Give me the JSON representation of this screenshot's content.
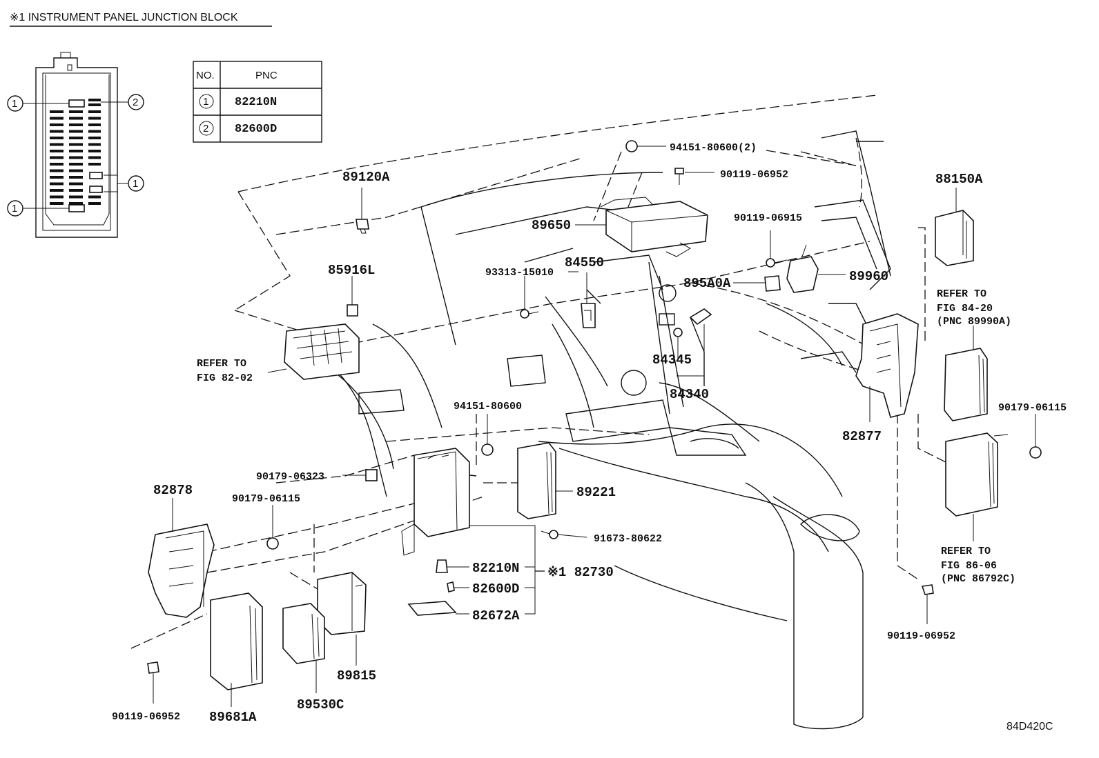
{
  "header": {
    "title": "※1 INSTRUMENT PANEL JUNCTION BLOCK"
  },
  "pnc_table": {
    "headers": [
      "NO.",
      "PNC"
    ],
    "rows": [
      {
        "no": "1",
        "pnc": "82210N"
      },
      {
        "no": "2",
        "pnc": "82600D"
      }
    ]
  },
  "junction_block_callouts": [
    "1",
    "2",
    "1",
    "1"
  ],
  "part_labels": {
    "p89120A": "89120A",
    "p85916L": "85916L",
    "refer_fig_82_02_line1": "REFER TO",
    "refer_fig_82_02_line2": "FIG 82-02",
    "p94151_80600_2": "94151-80600(2)",
    "p90119_06952_top": "90119-06952",
    "p89650": "89650",
    "p90119_06915": "90119-06915",
    "p93313_15010": "93313-15010",
    "p84550": "84550",
    "p895A0A": "895A0A",
    "p89960": "89960",
    "p84345": "84345",
    "p84340": "84340",
    "p88150A": "88150A",
    "refer_fig_84_20_line1": "REFER TO",
    "refer_fig_84_20_line2": "FIG 84-20",
    "refer_fig_84_20_line3": "(PNC 89990A)",
    "p82877": "82877",
    "p90179_06115_right": "90179-06115",
    "refer_fig_86_06_line1": "REFER TO",
    "refer_fig_86_06_line2": "FIG 86-06",
    "refer_fig_86_06_line3": "(PNC 86792C)",
    "p90119_06952_right": "90119-06952",
    "p94151_80600": "94151-80600",
    "p90179_06323": "90179-06323",
    "p90179_06115_left": "90179-06115",
    "p82878": "82878",
    "p89221": "89221",
    "p91673_80622": "91673-80622",
    "p82210N": "82210N",
    "p82600D": "82600D",
    "p82672A": "82672A",
    "p82730": "※1 82730",
    "p89815": "89815",
    "p89530C": "89530C",
    "p89681A": "89681A",
    "p90119_06952_bottom": "90119-06952"
  },
  "figure_code": "84D420C"
}
